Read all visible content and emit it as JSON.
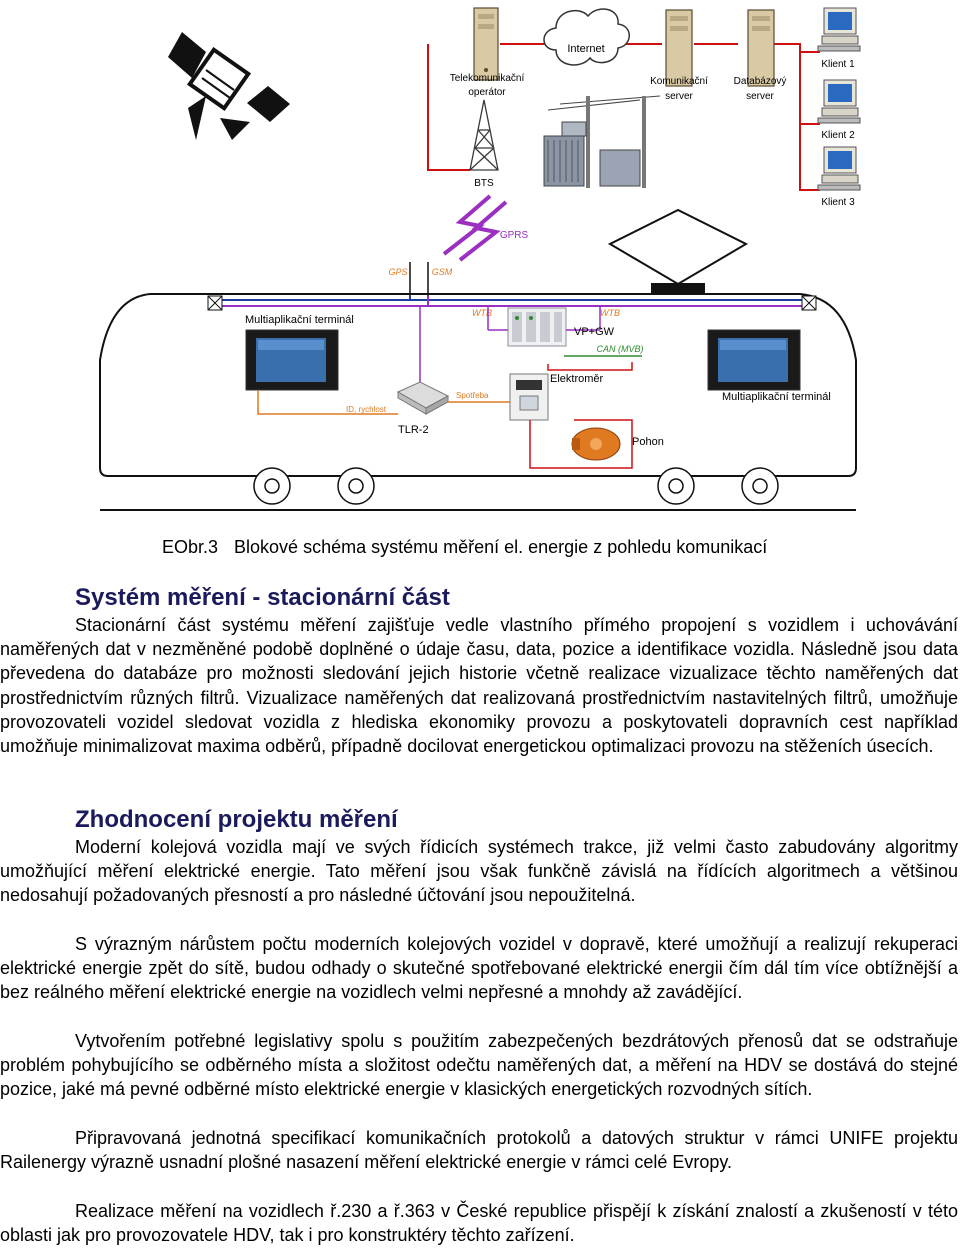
{
  "diagram": {
    "operator_label_1": "Telekomunikační",
    "operator_label_2": "operátor",
    "internet_label": "Internet",
    "comm_server_1": "Komunikační",
    "comm_server_2": "server",
    "db_server_1": "Databázový",
    "db_server_2": "server",
    "client_1": "Klient 1",
    "client_2": "Klient 2",
    "client_3": "Klient 3",
    "bts": "BTS",
    "gprs": "GPRS",
    "gps": "GPS",
    "gsm": "GSM",
    "terminal_left": "Multiaplikační terminál",
    "wtb_left": "WTB",
    "wtb_right": "WTB",
    "vpgw": "VP+GW",
    "can_mvb": "CAN (MVB)",
    "elektromer": "Elektroměr",
    "spotreba": "Spotřeba",
    "id_rychlost": "ID, rychlost",
    "terminal_right": "Multiaplikační terminál",
    "tlr2": "TLR-2",
    "pohon": "Pohon",
    "colors": {
      "red": "#d01010",
      "blue": "#1f3f9f",
      "purple": "#9a2fc0",
      "orange": "#e07a20",
      "green": "#2e8b2e"
    }
  },
  "caption": {
    "label": "EObr.3",
    "text": "Blokové schéma systému měření el. energie z pohledu komunikací"
  },
  "sections": {
    "stat_title": "Systém měření - stacionární část",
    "stat_p1": "Stacionární část systému měření zajišťuje vedle vlastního přímého propojení s vozidlem i uchovávání naměřených dat v nezměněné podobě doplněné o údaje času, data, pozice a identifikace vozidla. Následně jsou data převedena do databáze pro možnosti sledování jejich historie včetně realizace vizualizace těchto naměřených dat prostřednictvím různých filtrů. Vizualizace naměřených dat realizovaná prostřednictvím nastavitelných filtrů, umožňuje provozovateli vozidel sledovat vozidla z hlediska ekonomiky provozu a poskytovateli dopravních cest například umožňuje minimalizovat maxima odběrů, případně docilovat energetickou optimalizaci provozu na stěženích úsecích.",
    "zhod_title": "Zhodnocení projektu měření",
    "zhod_p1": "Moderní kolejová vozidla mají ve svých řídicích systémech trakce, již velmi často zabudovány algoritmy umožňující měření elektrické energie. Tato měření jsou však funkčně závislá na řídících algoritmech a většinou nedosahují požadovaných přesností a pro následné účtování jsou nepoužitelná.",
    "zhod_p2": "S výrazným nárůstem počtu moderních kolejových vozidel v dopravě, které umožňují a realizují rekuperaci elektrické energie zpět do sítě, budou odhady o skutečné spotřebované elektrické energii čím dál tím více obtížnější a bez reálného měření elektrické energie na vozidlech velmi nepřesné a mnohdy až zavádějící.",
    "zhod_p3": "Vytvořením potřebné legislativy spolu s použitím zabezpečených bezdrátových přenosů dat se odstraňuje problém pohybujícího se odběrného místa a složitost odečtu naměřených dat, a měření na HDV se dostává do stejné pozice, jaké má pevné odběrné místo elektrické energie v klasických energetických rozvodných sítích.",
    "zhod_p4": "Připravovaná jednotná specifikací komunikačních protokolů a datových struktur v rámci UNIFE projektu Railenergy výrazně usnadní plošné nasazení měření elektrické energie v rámci celé Evropy.",
    "zhod_p5": "Realizace měření na vozidlech ř.230 a ř.363 v České republice přispějí k získání znalostí a zkušeností v této oblasti jak pro provozovatele HDV, tak i pro konstruktéry těchto zařízení."
  }
}
